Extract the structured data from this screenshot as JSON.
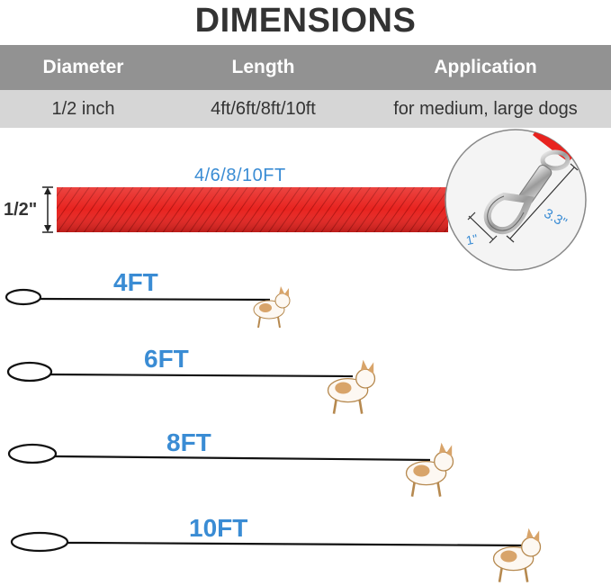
{
  "title": "DIMENSIONS",
  "table": {
    "headers": [
      "Diameter",
      "Length",
      "Application"
    ],
    "values": [
      "1/2 inch",
      "4ft/6ft/8ft/10ft",
      "for medium, large dogs"
    ]
  },
  "rope": {
    "length_label": "4/6/8/10FT",
    "diameter_label": "1/2\"",
    "color": "#e8231f"
  },
  "hook": {
    "width_label": "1\"",
    "length_label": "3.3\""
  },
  "leashes": [
    {
      "label": "4FT"
    },
    {
      "label": "6FT"
    },
    {
      "label": "8FT"
    },
    {
      "label": "10FT"
    }
  ],
  "colors": {
    "label_blue": "#3a8cd4",
    "header_gray": "#929292",
    "row_gray": "#d6d6d6"
  }
}
